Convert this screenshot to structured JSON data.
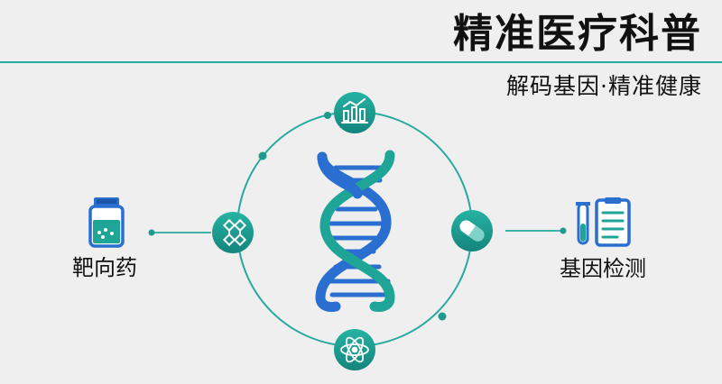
{
  "header": {
    "title": "精准医疗科普",
    "subtitle": "解码基因·精准健康"
  },
  "labels": {
    "left": "靶向药",
    "right": "基因检测"
  },
  "icons": {
    "top": "chart-analysis-icon",
    "left": "molecule-icon",
    "right": "capsule-pill-icon",
    "bottom": "atom-icon",
    "center": "dna-helix-icon",
    "medicine_bottle": "medicine-bottle-icon",
    "lab_report": "test-tube-clipboard-icon"
  },
  "colors": {
    "accent": "#27a9a0",
    "dna_blue": "#2a6fd0",
    "node_fill": "#1e9b8e",
    "background": "#efefef"
  }
}
